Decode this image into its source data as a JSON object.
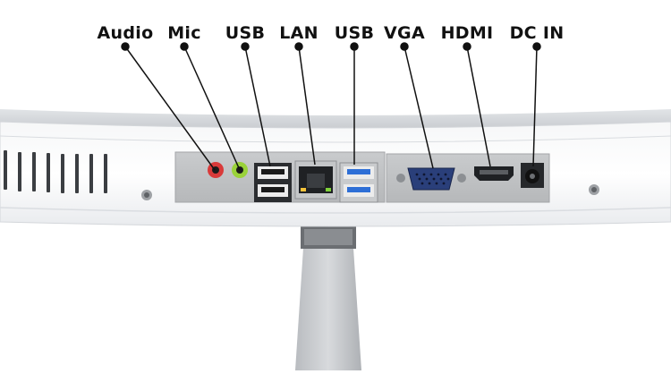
{
  "ports": [
    {
      "id": "audio",
      "label": "Audio"
    },
    {
      "id": "mic",
      "label": "Mic"
    },
    {
      "id": "usb2",
      "label": "USB"
    },
    {
      "id": "lan",
      "label": "LAN"
    },
    {
      "id": "usb3",
      "label": "USB"
    },
    {
      "id": "vga",
      "label": "VGA"
    },
    {
      "id": "hdmi",
      "label": "HDMI"
    },
    {
      "id": "dcin",
      "label": "DC IN"
    }
  ],
  "colors": {
    "audio_jack": "#d93a3a",
    "mic_jack": "#9ad23a",
    "usb3_blue": "#2e6fd6",
    "vga_blue": "#2a3f7a",
    "lan_led": "#f5c33a"
  }
}
